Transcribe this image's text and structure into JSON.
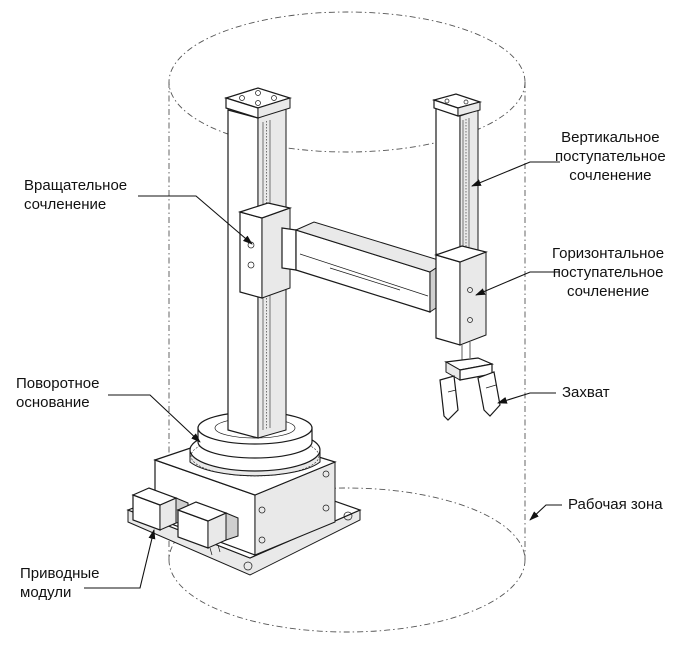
{
  "labels": {
    "rotary_joint": [
      "Вращательное",
      "сочленение"
    ],
    "vertical_joint": [
      "Вертикальное",
      "поступательное",
      "сочленение"
    ],
    "horizontal_joint": [
      "Горизонтальное",
      "поступательное",
      "сочленение"
    ],
    "rotary_base": [
      "Поворотное",
      "основание"
    ],
    "gripper": "Захват",
    "work_zone": "Рабочая зона",
    "drive_modules": [
      "Приводные",
      "модули"
    ]
  }
}
